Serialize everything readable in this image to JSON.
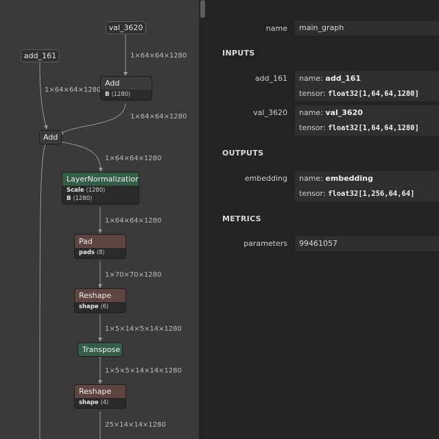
{
  "graph": {
    "inputs": {
      "add_161": "add_161",
      "val_3620": "val_3620"
    },
    "nodes": {
      "add_b": {
        "title": "Add",
        "attrs": [
          {
            "key": "B",
            "val": "⟨1280⟩"
          }
        ]
      },
      "add": {
        "title": "Add"
      },
      "layernorm": {
        "title": "LayerNormalization",
        "attrs": [
          {
            "key": "Scale",
            "val": "⟨1280⟩"
          },
          {
            "key": "B",
            "val": "⟨1280⟩"
          }
        ]
      },
      "pad": {
        "title": "Pad",
        "attrs": [
          {
            "key": "pads",
            "val": "⟨8⟩"
          }
        ]
      },
      "reshape1": {
        "title": "Reshape",
        "attrs": [
          {
            "key": "shape",
            "val": "⟨6⟩"
          }
        ]
      },
      "transpose": {
        "title": "Transpose"
      },
      "reshape2": {
        "title": "Reshape",
        "attrs": [
          {
            "key": "shape",
            "val": "⟨4⟩"
          }
        ]
      }
    },
    "edge_labels": {
      "val_to_addb": "1×64×64×1280",
      "add161_to_add": "1×64×64×1280",
      "addb_to_add": "1×64×64×1280",
      "add_to_ln": "1×64×64×1280",
      "ln_to_pad": "1×64×64×1280",
      "pad_to_reshape": "1×70×70×1280",
      "reshape_to_transpose": "1×5×14×5×14×1280",
      "transpose_to_reshape": "1×5×5×14×14×1280",
      "reshape_to_next": "25×14×14×1280"
    }
  },
  "properties": {
    "name_label": "name",
    "name_value": "main_graph",
    "inputs_title": "INPUTS",
    "inputs": [
      {
        "label": "add_161",
        "name_key": "name:",
        "name": "add_161",
        "tensor_key": "tensor:",
        "tensor": "float32[1,64,64,1280]"
      },
      {
        "label": "val_3620",
        "name_key": "name:",
        "name": "val_3620",
        "tensor_key": "tensor:",
        "tensor": "float32[1,64,64,1280]"
      }
    ],
    "outputs_title": "OUTPUTS",
    "outputs": [
      {
        "label": "embedding",
        "name_key": "name:",
        "name": "embedding",
        "tensor_key": "tensor:",
        "tensor": "float32[1,256,64,64]"
      }
    ],
    "metrics_title": "METRICS",
    "metrics": [
      {
        "label": "parameters",
        "value": "99461057"
      }
    ]
  }
}
